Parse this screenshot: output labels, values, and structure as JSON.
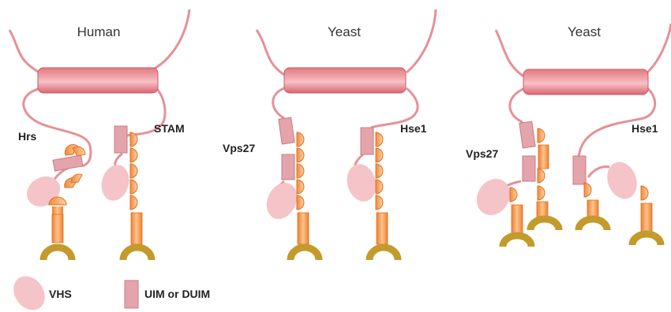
{
  "panels": [
    {
      "title": "Human",
      "left_label": "Hrs",
      "right_label": "STAM"
    },
    {
      "title": "Yeast",
      "left_label": "Vps27",
      "right_label": "Hse1"
    },
    {
      "title": "Yeast",
      "left_label": "Vps27",
      "right_label": "Hse1"
    }
  ],
  "legend": {
    "vhs_label": "VHS",
    "uim_label": "UIM or DUIM"
  },
  "colors": {
    "coil": "#e0727a",
    "linker": "#e49199",
    "vhs": "#f4c4c8",
    "uim": "#e3a4ab",
    "ubiquitin": "#f29a52",
    "membrane": "#c39b2c"
  }
}
